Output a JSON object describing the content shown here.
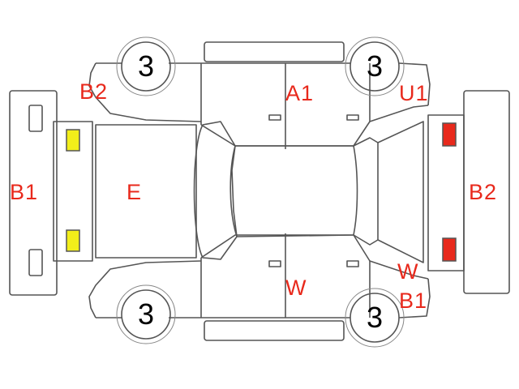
{
  "colors": {
    "outline": "#555555",
    "label": "#e8291c",
    "wheel_number": "#000000",
    "front_lamp": "#f2ee1a",
    "rear_lamp": "#e8291c"
  },
  "wheels": {
    "front_left": "3",
    "rear_left": "3",
    "front_right": "3",
    "rear_right": "3"
  },
  "labels": {
    "b2_top_left": "B2",
    "a1": "A1",
    "u1": "U1",
    "b1_left": "B1",
    "e": "E",
    "b2_right": "B2",
    "w_bottom": "W",
    "w_right": "W",
    "b1_right": "B1"
  }
}
